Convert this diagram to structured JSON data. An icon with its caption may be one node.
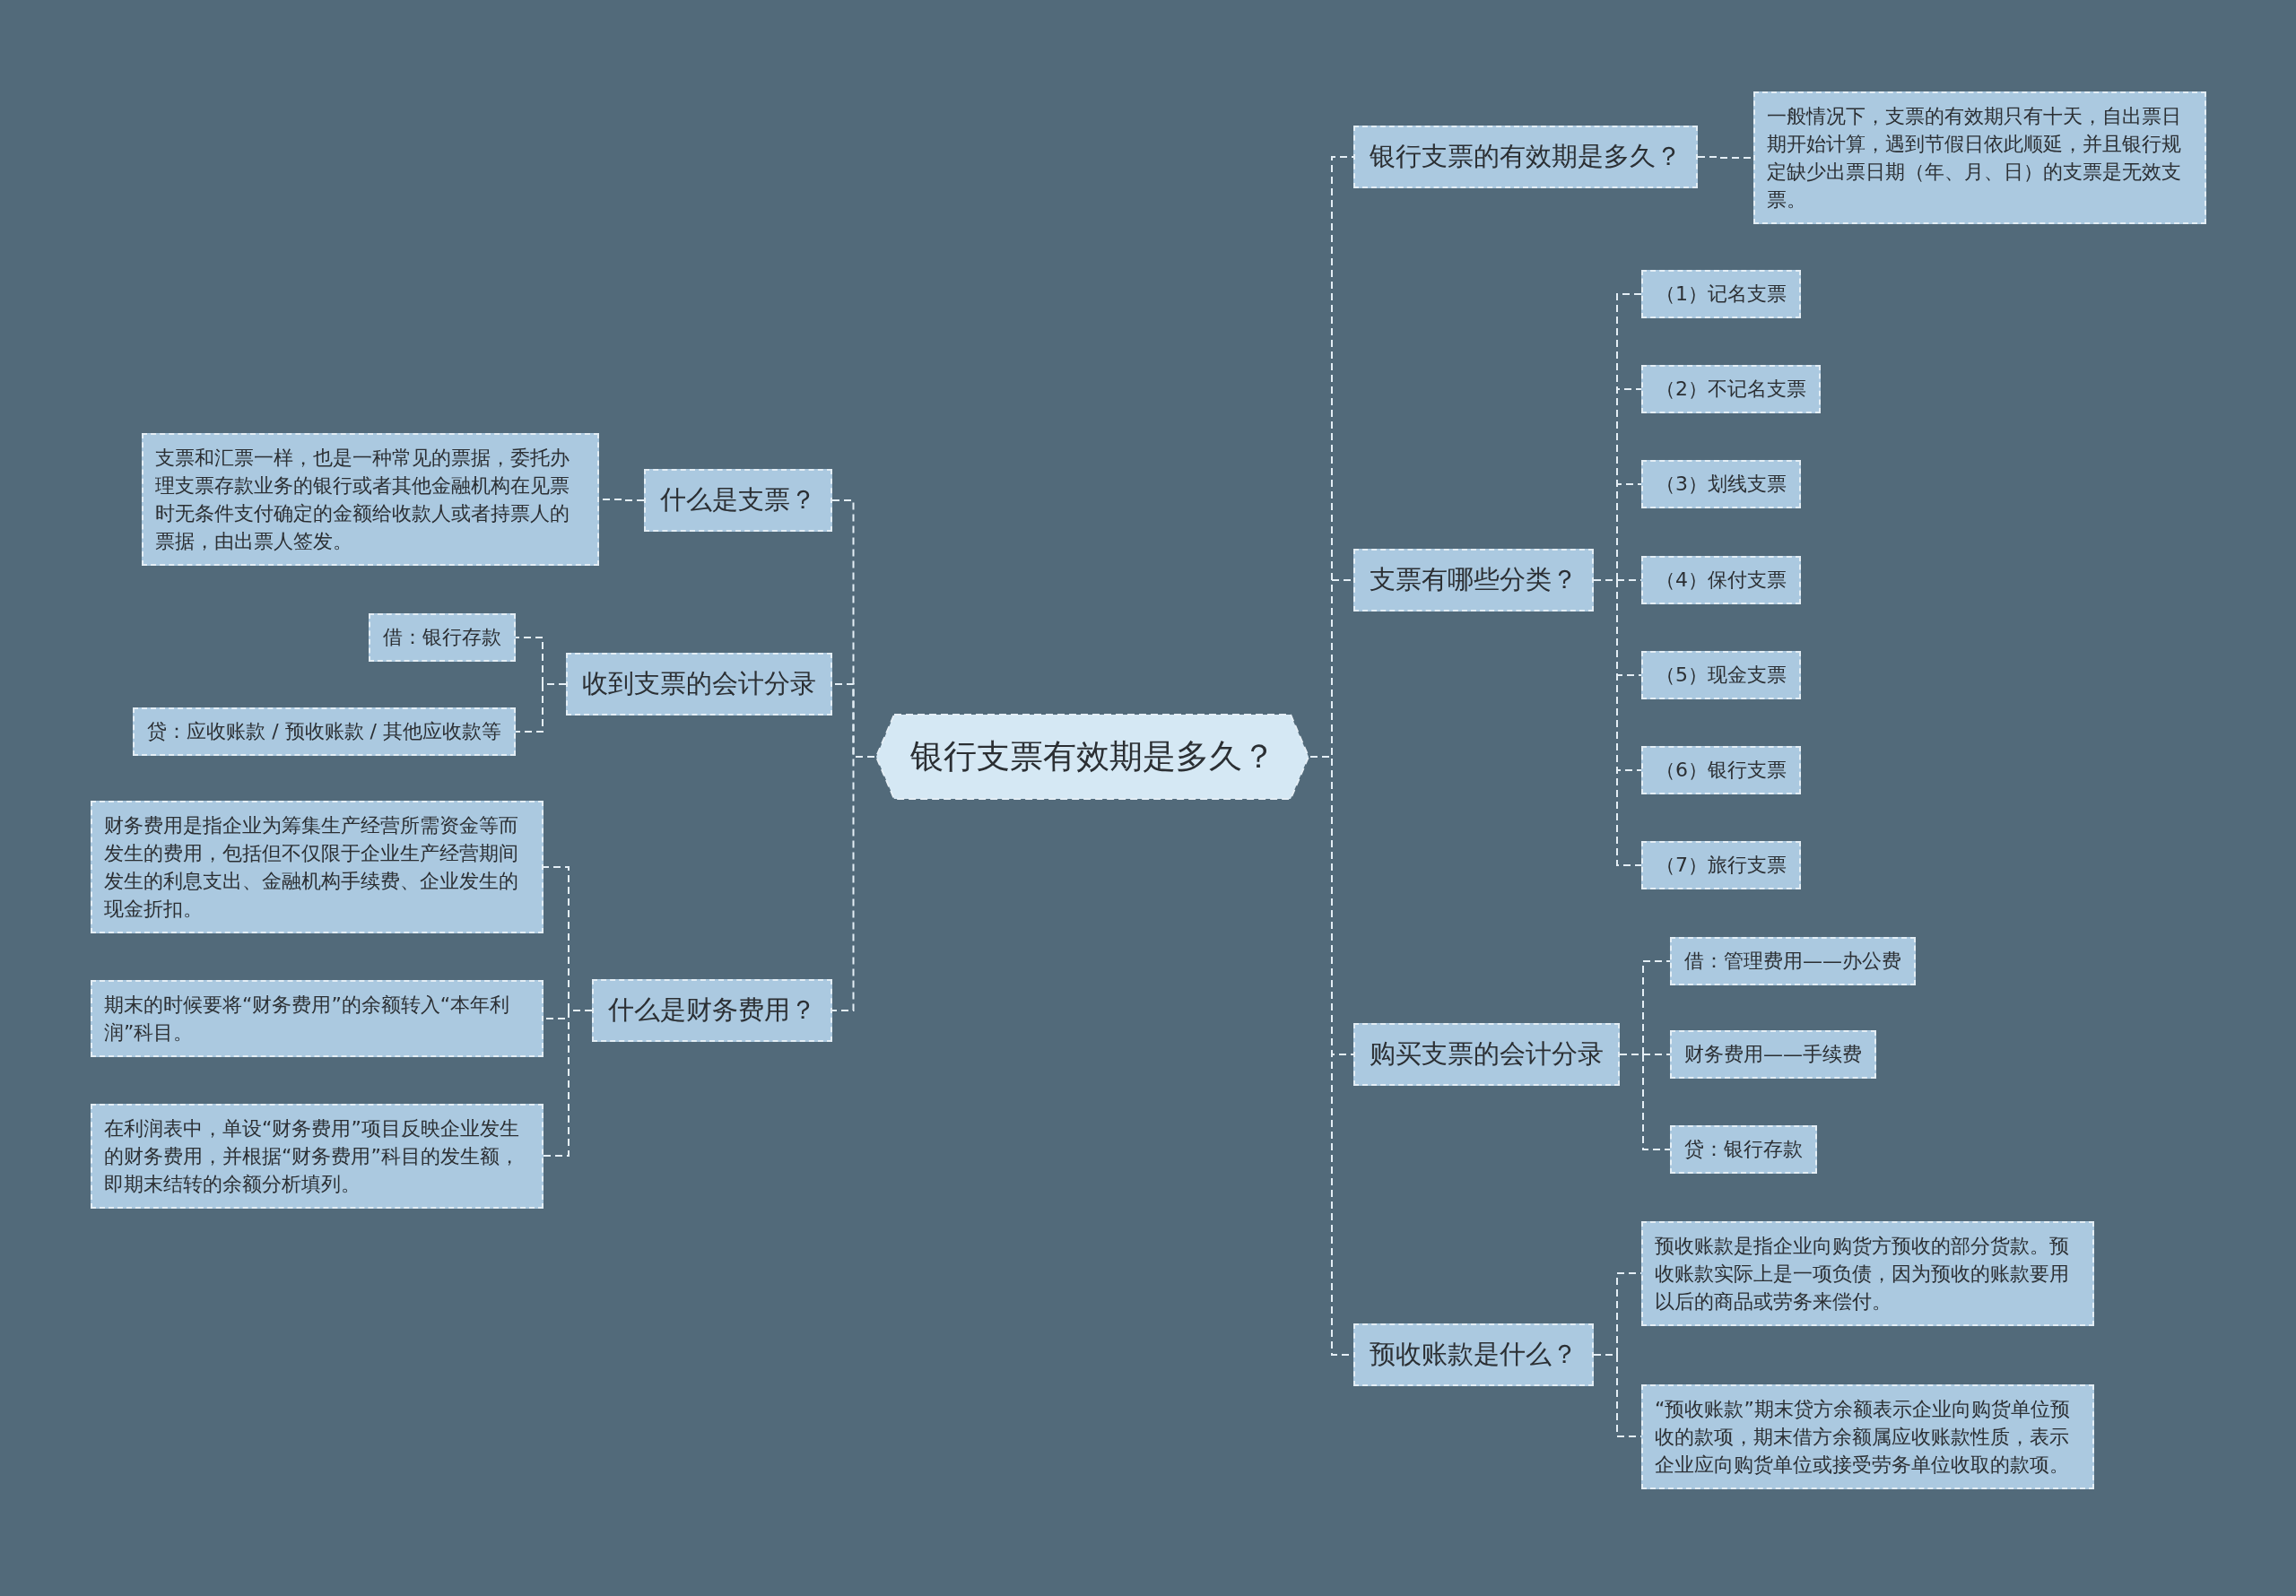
{
  "diagram": {
    "nodes": [
      {
        "text": [
          "银行支票有效期是多久？"
        ]
      },
      {
        "text": [
          "银行支票的有效期是多久？"
        ]
      },
      {
        "text": [
          "一般情况下，支票的有效期只有十天，自出票日期开始计算，遇到节假日依此顺延，并且银行规定缺少出票日期（年、月、日）的支票是无效支票。"
        ]
      },
      {
        "text": [
          "支票有哪些分类？"
        ]
      },
      {
        "text": [
          "（1）记名支票"
        ]
      },
      {
        "text": [
          "（2）不记名支票"
        ]
      },
      {
        "text": [
          "（3）划线支票"
        ]
      },
      {
        "text": [
          "（4）保付支票"
        ]
      },
      {
        "text": [
          "（5）现金支票"
        ]
      },
      {
        "text": [
          "（6）银行支票"
        ]
      },
      {
        "text": [
          "（7）旅行支票"
        ]
      },
      {
        "text": [
          "购买支票的会计分录"
        ]
      },
      {
        "text": [
          "借：管理费用——办公费"
        ]
      },
      {
        "text": [
          "财务费用——手续费"
        ]
      },
      {
        "text": [
          "贷：银行存款"
        ]
      },
      {
        "text": [
          "预收账款是什么？"
        ]
      },
      {
        "text": [
          "预收账款是指企业向购货方预收的部分货款。预收账款实际上是一项负债，因为预收的账款要用以后的商品或劳务来偿付。"
        ]
      },
      {
        "text": [
          "“预收账款”期末贷方余额表示企业向购货单位预收的款项，期末借方余额属应收账款性质，表示企业应向购货单位或接受劳务单位收取的款项。"
        ]
      },
      {
        "text": [
          "什么是支票？"
        ]
      },
      {
        "text": [
          "支票和汇票一样，也是一种常见的票据，委托办理支票存款业务的银行或者其他金融机构在见票时无条件支付确定的金额给收款人或者持票人的票据，由出票人签发。"
        ]
      },
      {
        "text": [
          "收到支票的会计分录"
        ]
      },
      {
        "text": [
          "借：银行存款"
        ]
      },
      {
        "text": [
          "贷：应收账款 / 预收账款 / 其他应收款等"
        ]
      },
      {
        "text": [
          "什么是财务费用？"
        ]
      },
      {
        "text": [
          "财务费用是指企业为筹集生产经营所需资金等而发生的费用，包括但不仅限于企业生产经营期间发生的利息支出、金融机构手续费、企业发生的现金折扣。"
        ]
      },
      {
        "text": [
          "期末的时候要将“财务费用”的余额转入“本年利润”科目。"
        ]
      },
      {
        "text": [
          "在利润表中，单设“财务费用”项目反映企业发生的财务费用，并根据“财务费用”科目的发生额，即期末结转的余额分析填列。"
        ]
      }
    ],
    "edges": [
      {
        "from": 0,
        "to": 1,
        "arrow": "none"
      },
      {
        "from": 1,
        "to": 2,
        "arrow": "none"
      },
      {
        "from": 0,
        "to": 3,
        "arrow": "none"
      },
      {
        "from": 3,
        "to": 4,
        "arrow": "none"
      },
      {
        "from": 3,
        "to": 5,
        "arrow": "none"
      },
      {
        "from": 3,
        "to": 6,
        "arrow": "none"
      },
      {
        "from": 3,
        "to": 7,
        "arrow": "none"
      },
      {
        "from": 3,
        "to": 8,
        "arrow": "none"
      },
      {
        "from": 3,
        "to": 9,
        "arrow": "none"
      },
      {
        "from": 3,
        "to": 10,
        "arrow": "none"
      },
      {
        "from": 0,
        "to": 11,
        "arrow": "none"
      },
      {
        "from": 11,
        "to": 12,
        "arrow": "none"
      },
      {
        "from": 11,
        "to": 13,
        "arrow": "none"
      },
      {
        "from": 11,
        "to": 14,
        "arrow": "none"
      },
      {
        "from": 0,
        "to": 15,
        "arrow": "none"
      },
      {
        "from": 15,
        "to": 16,
        "arrow": "none"
      },
      {
        "from": 15,
        "to": 17,
        "arrow": "none"
      },
      {
        "from": 0,
        "to": 18,
        "arrow": "none"
      },
      {
        "from": 18,
        "to": 19,
        "arrow": "none"
      },
      {
        "from": 0,
        "to": 20,
        "arrow": "none"
      },
      {
        "from": 20,
        "to": 21,
        "arrow": "none"
      },
      {
        "from": 20,
        "to": 22,
        "arrow": "none"
      },
      {
        "from": 0,
        "to": 23,
        "arrow": "none"
      },
      {
        "from": 23,
        "to": 24,
        "arrow": "none"
      },
      {
        "from": 23,
        "to": 25,
        "arrow": "none"
      },
      {
        "from": 23,
        "to": 26,
        "arrow": "none"
      }
    ]
  }
}
